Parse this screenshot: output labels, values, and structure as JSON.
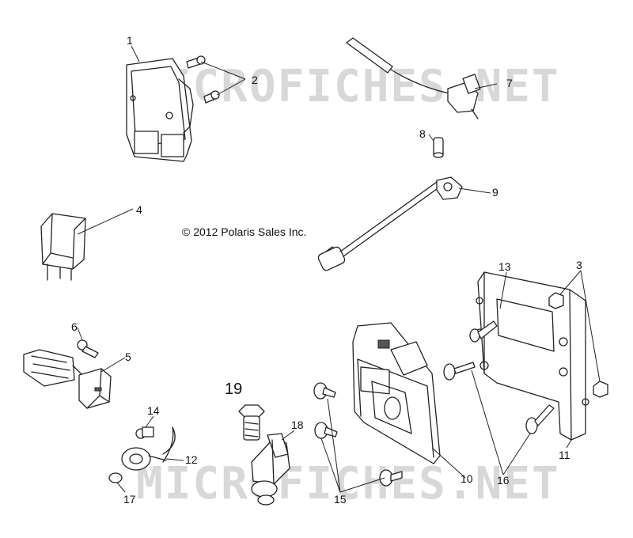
{
  "copyright": "© 2012 Polaris Sales Inc.",
  "watermark": "MICROFICHES.NET",
  "callouts": {
    "c1": "1",
    "c2": "2",
    "c3": "3",
    "c4": "4",
    "c5": "5",
    "c6": "6",
    "c7": "7",
    "c8": "8",
    "c9": "9",
    "c10": "10",
    "c11": "11",
    "c12": "12",
    "c13": "13",
    "c14": "14",
    "c15": "15",
    "c16": "16",
    "c17": "17",
    "c19": "19",
    "c18": "18"
  }
}
